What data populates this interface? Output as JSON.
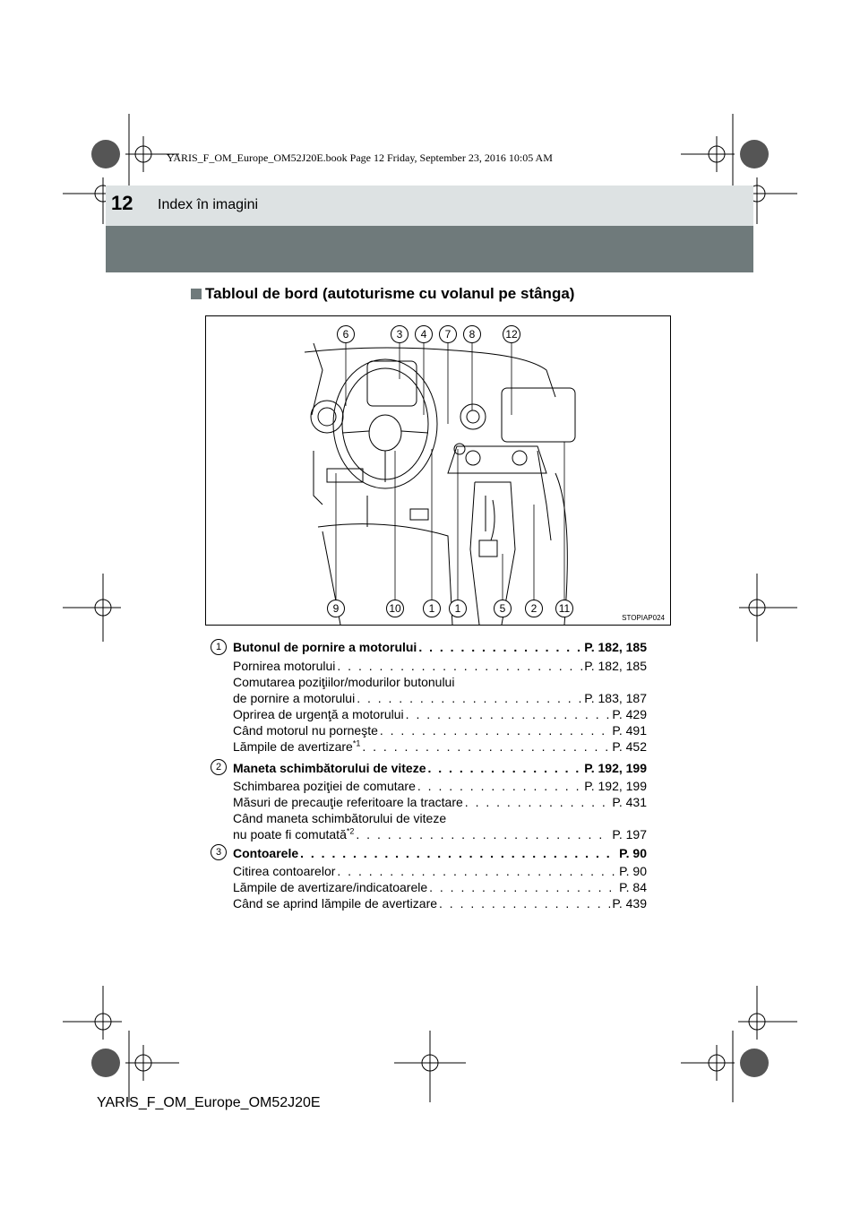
{
  "book_info": "YARIS_F_OM_Europe_OM52J20E.book  Page 12  Friday, September 23, 2016  10:05 AM",
  "header": {
    "page_number": "12",
    "title": "Index în imagini"
  },
  "section_title": "Tabloul de bord (autoturisme cu volanul pe stânga)",
  "figure": {
    "code": "STOPIAP024",
    "top_callouts": [
      "6",
      "3",
      "4",
      "7",
      "8",
      "12"
    ],
    "bottom_callouts": [
      "9",
      "10",
      "1",
      "1",
      "5",
      "2",
      "11"
    ]
  },
  "items": [
    {
      "number": "1",
      "title": "Butonul de pornire a motorului",
      "page": "P. 182, 185",
      "subitems": [
        {
          "label": "Pornirea motorului",
          "page": "P. 182, 185"
        },
        {
          "label_lines": [
            "Comutarea poziţiilor/modurilor butonului",
            "de pornire a motorului"
          ],
          "page": "P. 183, 187"
        },
        {
          "label": "Oprirea de urgenţă a motorului",
          "page": "P. 429"
        },
        {
          "label": "Când motorul nu porneşte",
          "page": "P. 491"
        },
        {
          "label": "Lămpile de avertizare",
          "sup": "*1",
          "page": "P. 452"
        }
      ]
    },
    {
      "number": "2",
      "title": "Maneta schimbătorului de viteze",
      "page": "P. 192, 199",
      "subitems": [
        {
          "label": "Schimbarea poziţiei de comutare",
          "page": "P. 192, 199"
        },
        {
          "label": "Măsuri de precauţie referitoare la tractare",
          "page": "P. 431"
        },
        {
          "label_lines": [
            "Când maneta schimbătorului de viteze",
            "nu poate fi comutată"
          ],
          "sup": "*2",
          "page": "P. 197"
        }
      ]
    },
    {
      "number": "3",
      "title": "Contoarele",
      "page": "P. 90",
      "subitems": [
        {
          "label": "Citirea contoarelor",
          "page": "P. 90"
        },
        {
          "label": "Lămpile de avertizare/indicatoarele",
          "page": "P. 84"
        },
        {
          "label": "Când se aprind lămpile de avertizare",
          "page": "P. 439"
        }
      ]
    }
  ],
  "footer": "YARIS_F_OM_Europe_OM52J20E"
}
